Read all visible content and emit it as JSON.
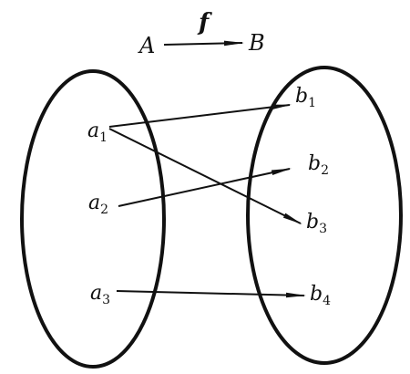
{
  "map": {
    "name": "f",
    "from": "A",
    "to": "B"
  },
  "domain_set": {
    "elements": [
      {
        "base": "a",
        "sub": "1"
      },
      {
        "base": "a",
        "sub": "2"
      },
      {
        "base": "a",
        "sub": "3"
      }
    ]
  },
  "codomain_set": {
    "elements": [
      {
        "base": "b",
        "sub": "1"
      },
      {
        "base": "b",
        "sub": "2"
      },
      {
        "base": "b",
        "sub": "3"
      },
      {
        "base": "b",
        "sub": "4"
      }
    ]
  },
  "mappings": [
    {
      "from": "a1",
      "to": "b1"
    },
    {
      "from": "a1",
      "to": "b3"
    },
    {
      "from": "a2",
      "to": "b2"
    },
    {
      "from": "a3",
      "to": "b4"
    }
  ],
  "colors": {
    "ink": "#111111",
    "background": "#ffffff"
  }
}
